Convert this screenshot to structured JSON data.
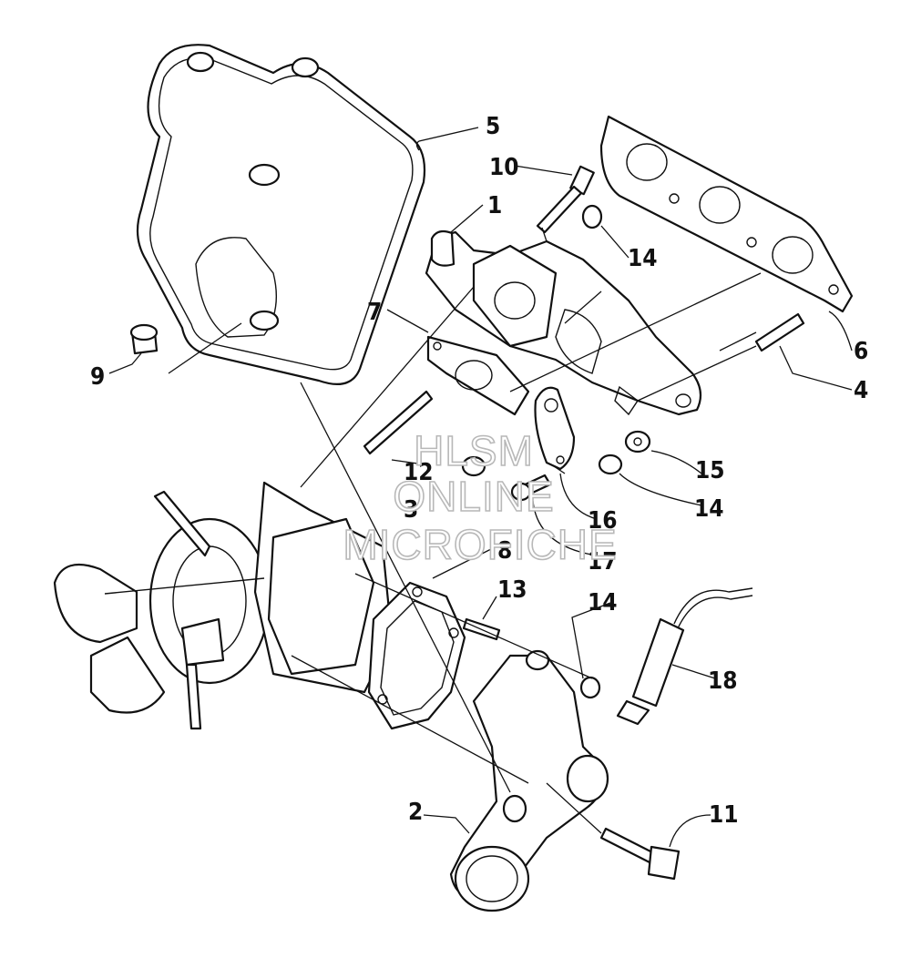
{
  "callouts": {
    "n1": "1",
    "n2": "2",
    "n3": "3",
    "n4": "4",
    "n5": "5",
    "n6": "6",
    "n7": "7",
    "n8": "8",
    "n9": "9",
    "n10": "10",
    "n11": "11",
    "n12": "12",
    "n13": "13",
    "n14a": "14",
    "n14b": "14",
    "n14c": "14",
    "n15": "15",
    "n16": "16",
    "n17": "17",
    "n18": "18"
  },
  "watermark": {
    "line1": "HLSM",
    "line2": "ONLINE",
    "line3": "MICROFICHE"
  }
}
